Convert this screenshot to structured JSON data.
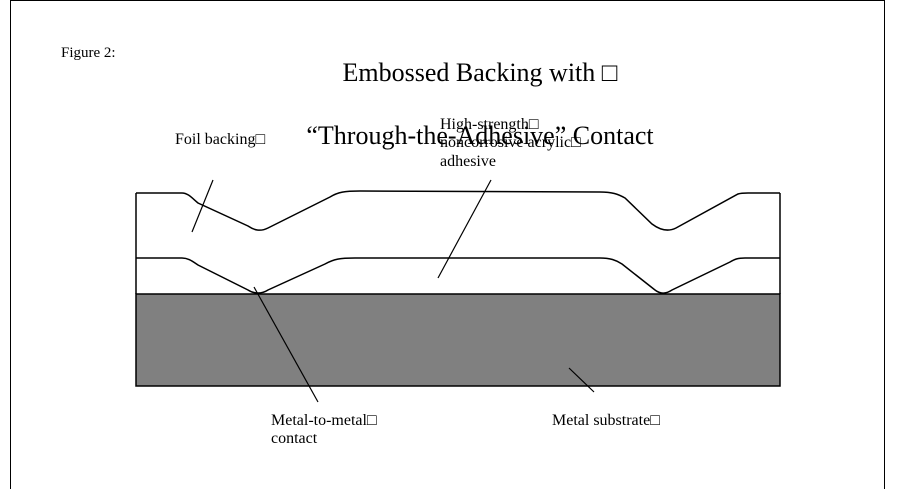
{
  "figure_label": "Figure 2:",
  "title": {
    "line1": "Embossed Backing with □",
    "line2": "“Through-the-Adhesive” Contact"
  },
  "labels": {
    "foil_backing": "Foil backing□",
    "adhesive": "High-strength□\nnoncorrosive acrylic□\nadhesive",
    "metal_contact": "Metal-to-metal□\ncontact",
    "metal_substrate": "Metal substrate□"
  },
  "colors": {
    "substrate_fill": "#808080",
    "line": "#000000",
    "background": "#ffffff"
  }
}
